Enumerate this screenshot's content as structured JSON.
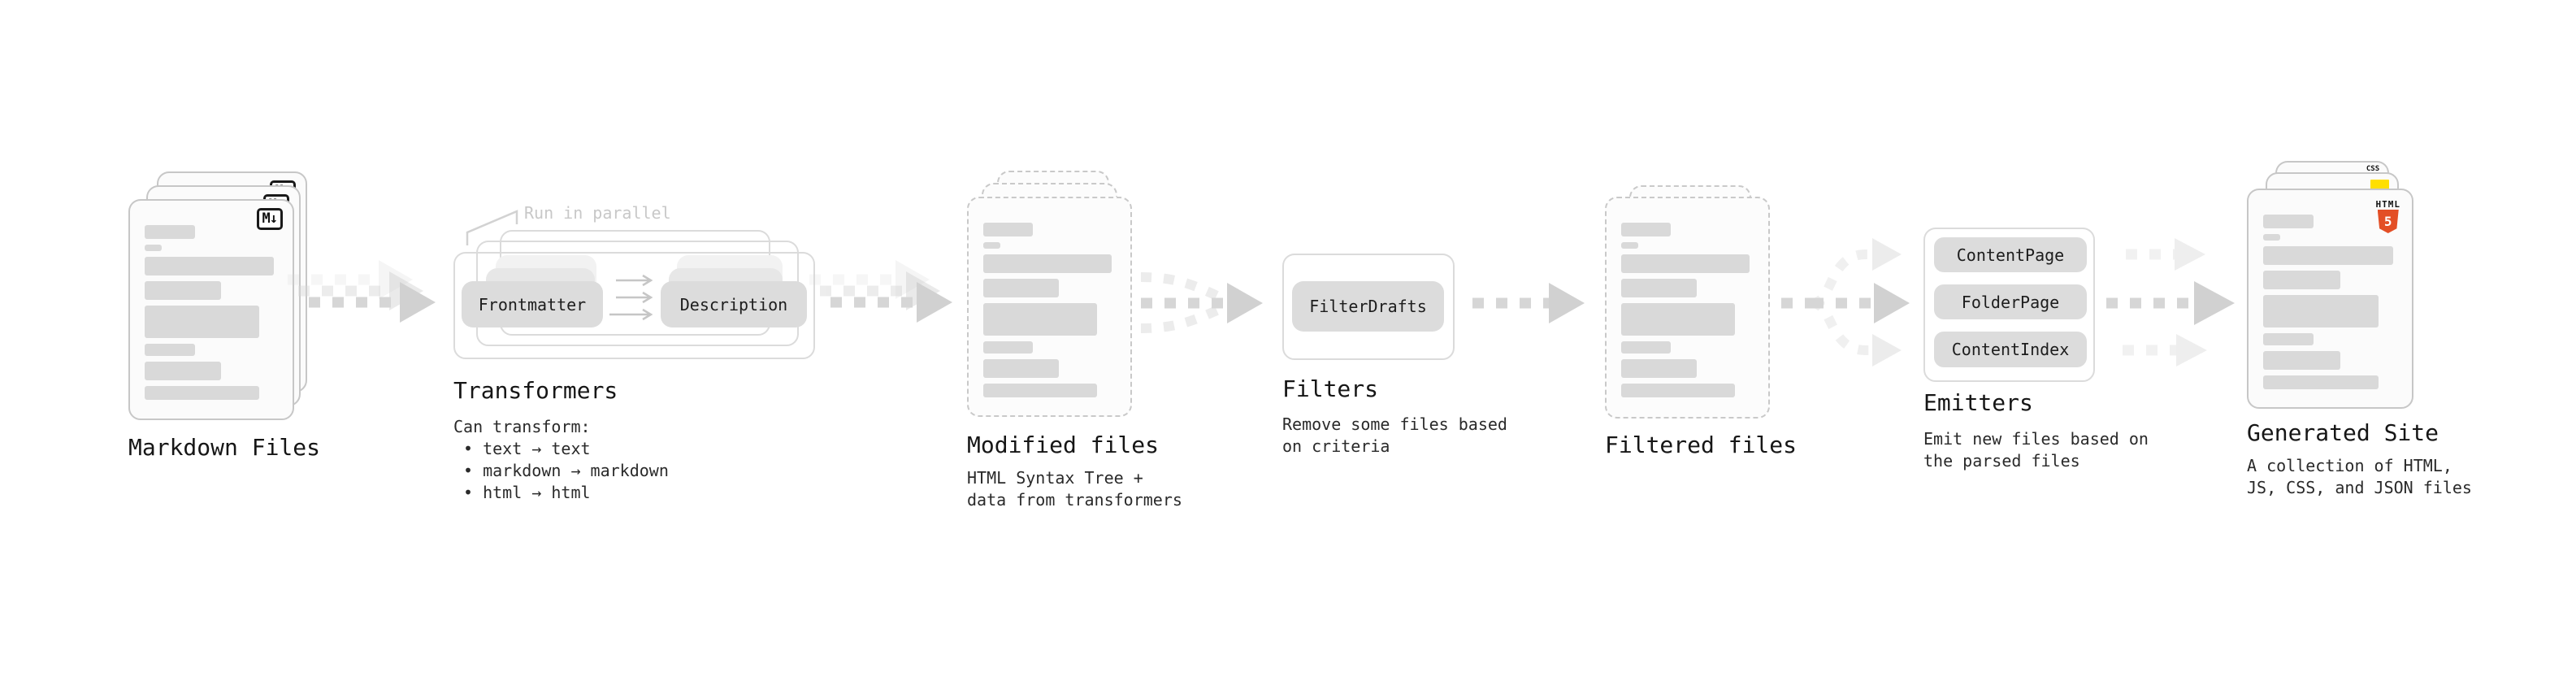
{
  "nodes": {
    "markdown_files": {
      "label": "Markdown Files",
      "badge": "M↓"
    },
    "transformers": {
      "label": "Transformers",
      "annotation": "Run in parallel",
      "pills": [
        "Frontmatter",
        "Description"
      ],
      "caption_title": "Can transform:",
      "bullets": [
        "• text → text",
        "• markdown → markdown",
        "• html → html"
      ]
    },
    "modified_files": {
      "label": "Modified files",
      "caption": "HTML Syntax Tree +\ndata from transformers"
    },
    "filters": {
      "label": "Filters",
      "pills": [
        "FilterDrafts"
      ],
      "caption": "Remove some files based\non criteria"
    },
    "filtered_files": {
      "label": "Filtered files"
    },
    "emitters": {
      "label": "Emitters",
      "pills": [
        "ContentPage",
        "FolderPage",
        "ContentIndex"
      ],
      "caption": "Emit new files based on\nthe parsed files"
    },
    "generated_site": {
      "label": "Generated Site",
      "caption": "A collection of HTML,\nJS, CSS, and JSON files",
      "badges": {
        "html_label": "HTML",
        "html_five": "5",
        "css_label": "CSS"
      }
    }
  },
  "colors": {
    "html5_orange": "#e34f26",
    "js_yellow": "#ffdf00",
    "css_blue": "#1e6ae1",
    "bar_gray": "#d9d9d9",
    "pill_gray": "#dcdcdc"
  }
}
